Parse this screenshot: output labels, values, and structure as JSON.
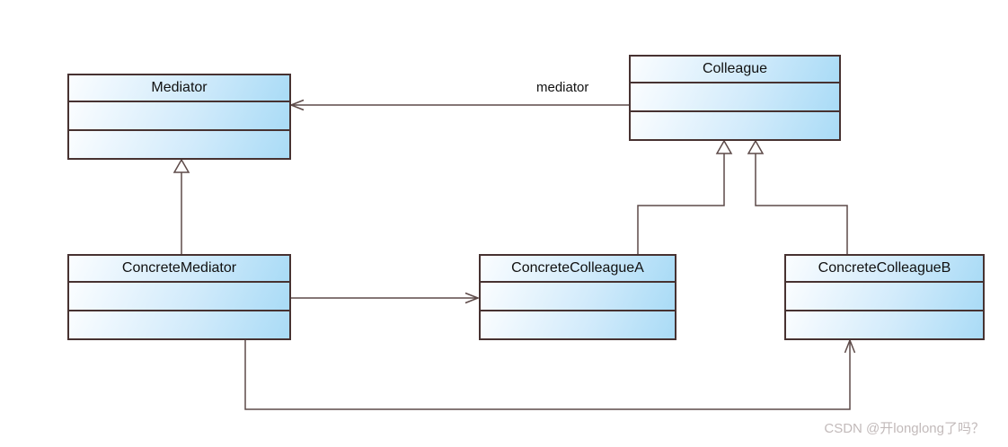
{
  "diagram": {
    "type": "uml-class-diagram",
    "pattern": "Mediator",
    "classes": [
      {
        "name": "Mediator"
      },
      {
        "name": "Colleague"
      },
      {
        "name": "ConcreteMediator"
      },
      {
        "name": "ConcreteColleagueA"
      },
      {
        "name": "ConcreteColleagueB"
      }
    ],
    "relationships": [
      {
        "type": "association",
        "from": "Colleague",
        "to": "Mediator",
        "label": "mediator",
        "arrow": "open"
      },
      {
        "type": "generalization",
        "from": "ConcreteMediator",
        "to": "Mediator",
        "label": "",
        "arrow": "hollow-triangle"
      },
      {
        "type": "generalization",
        "from": "ConcreteColleagueA",
        "to": "Colleague",
        "label": "",
        "arrow": "hollow-triangle"
      },
      {
        "type": "generalization",
        "from": "ConcreteColleagueB",
        "to": "Colleague",
        "label": "",
        "arrow": "hollow-triangle"
      },
      {
        "type": "association",
        "from": "ConcreteMediator",
        "to": "ConcreteColleagueA",
        "label": "",
        "arrow": "open"
      },
      {
        "type": "association",
        "from": "ConcreteMediator",
        "to": "ConcreteColleagueB",
        "label": "",
        "arrow": "open"
      }
    ],
    "colors": {
      "box_fill_light": "#fbfdff",
      "box_fill_blue": "#a9dbf6",
      "box_border": "#473231",
      "connector_line": "#5d4a48",
      "text": "#111111",
      "watermark": "#c2baba"
    }
  },
  "watermark": {
    "text": "CSDN @开longlong了吗？"
  }
}
